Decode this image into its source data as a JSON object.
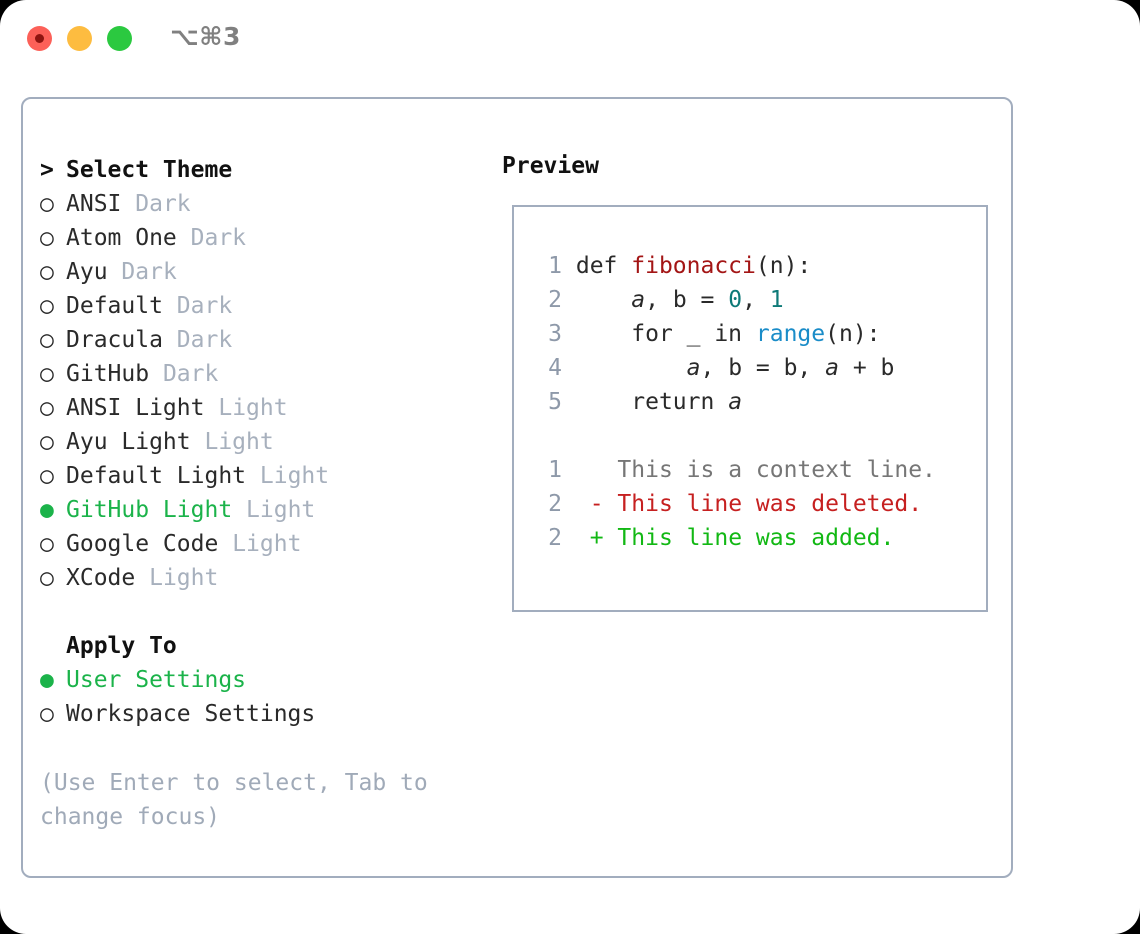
{
  "titlebar": {
    "shortcut": "⌥⌘3",
    "buttons": [
      "close",
      "minimize",
      "zoom"
    ]
  },
  "left": {
    "heading_marker": ">",
    "heading": "Select Theme",
    "themes": [
      {
        "marker": "○",
        "name": "ANSI",
        "kind": "Dark",
        "selected": false
      },
      {
        "marker": "○",
        "name": "Atom One",
        "kind": "Dark",
        "selected": false
      },
      {
        "marker": "○",
        "name": "Ayu",
        "kind": "Dark",
        "selected": false
      },
      {
        "marker": "○",
        "name": "Default",
        "kind": "Dark",
        "selected": false
      },
      {
        "marker": "○",
        "name": "Dracula",
        "kind": "Dark",
        "selected": false
      },
      {
        "marker": "○",
        "name": "GitHub",
        "kind": "Dark",
        "selected": false
      },
      {
        "marker": "○",
        "name": "ANSI Light",
        "kind": "Light",
        "selected": false
      },
      {
        "marker": "○",
        "name": "Ayu Light",
        "kind": "Light",
        "selected": false
      },
      {
        "marker": "○",
        "name": "Default Light",
        "kind": "Light",
        "selected": false
      },
      {
        "marker": "●",
        "name": "GitHub Light",
        "kind": "Light",
        "selected": true
      },
      {
        "marker": "○",
        "name": "Google Code",
        "kind": "Light",
        "selected": false
      },
      {
        "marker": "○",
        "name": "XCode",
        "kind": "Light",
        "selected": false
      }
    ],
    "apply_to_heading": "Apply To",
    "apply_to": [
      {
        "marker": "●",
        "label": "User Settings",
        "selected": true
      },
      {
        "marker": "○",
        "label": "Workspace Settings",
        "selected": false
      }
    ],
    "hint": "(Use Enter to select, Tab to change focus)"
  },
  "preview": {
    "label": "Preview",
    "code_lines": [
      {
        "n": "1",
        "tokens": [
          {
            "t": "def ",
            "c": "kw"
          },
          {
            "t": "fibonacci",
            "c": "fn"
          },
          {
            "t": "(n):",
            "c": "punct"
          }
        ]
      },
      {
        "n": "2",
        "tokens": [
          {
            "t": "    ",
            "c": "kw"
          },
          {
            "t": "a",
            "c": "var"
          },
          {
            "t": ", ",
            "c": "punct"
          },
          {
            "t": "b",
            "c": "kw"
          },
          {
            "t": " = ",
            "c": "punct"
          },
          {
            "t": "0",
            "c": "num"
          },
          {
            "t": ", ",
            "c": "punct"
          },
          {
            "t": "1",
            "c": "num"
          }
        ]
      },
      {
        "n": "3",
        "tokens": [
          {
            "t": "    for _ in ",
            "c": "kw"
          },
          {
            "t": "range",
            "c": "bi"
          },
          {
            "t": "(n):",
            "c": "punct"
          }
        ]
      },
      {
        "n": "4",
        "tokens": [
          {
            "t": "        ",
            "c": "kw"
          },
          {
            "t": "a",
            "c": "var"
          },
          {
            "t": ", b = b, ",
            "c": "punct"
          },
          {
            "t": "a",
            "c": "var"
          },
          {
            "t": " + b",
            "c": "punct"
          }
        ]
      },
      {
        "n": "5",
        "tokens": [
          {
            "t": "    return ",
            "c": "kw"
          },
          {
            "t": "a",
            "c": "var"
          }
        ]
      }
    ],
    "diff_lines": [
      {
        "n": "1",
        "sign": " ",
        "text": "This is a context line.",
        "kind": "ctx"
      },
      {
        "n": "2",
        "sign": "-",
        "text": "This line was deleted.",
        "kind": "del"
      },
      {
        "n": "2",
        "sign": "+",
        "text": "This line was added.",
        "kind": "add"
      }
    ]
  },
  "colors": {
    "selected_green": "#1bb34a",
    "dim_gray": "#a7b0bd",
    "border": "#a2adbe",
    "function_red": "#a31515",
    "number_teal": "#0e7a78",
    "builtin_blue": "#1a8cc8",
    "diff_added": "#12b814",
    "diff_deleted": "#c62020",
    "diff_context": "#767676"
  }
}
